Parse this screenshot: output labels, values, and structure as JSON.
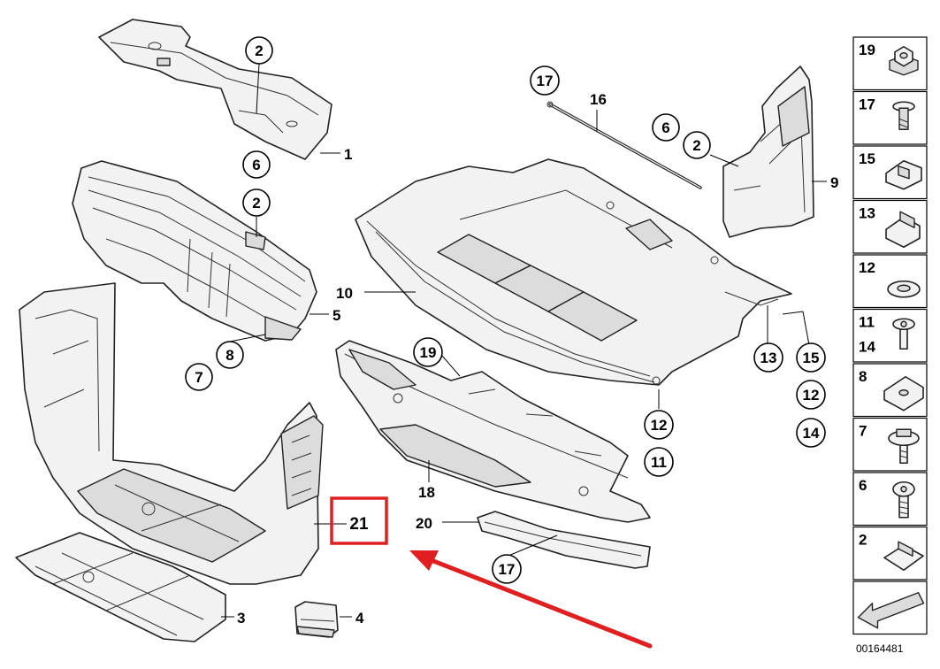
{
  "callouts": {
    "c2_top": "2",
    "c6_left": "6",
    "c2_left": "2",
    "c8": "8",
    "c7": "7",
    "c17_top": "17",
    "c6_right": "6",
    "c2_right": "2",
    "c19_mid": "19",
    "c13": "13",
    "c15": "15",
    "c12_right": "12",
    "c14": "14",
    "c12_mid": "12",
    "c11": "11",
    "c17_bottom": "17"
  },
  "labels": {
    "l1": "1",
    "l3": "3",
    "l4": "4",
    "l5": "5",
    "l9": "9",
    "l10": "10",
    "l16": "16",
    "l18": "18",
    "l20": "20"
  },
  "highlight": {
    "label": "21",
    "color": "#e02020"
  },
  "arrow_color": "#e02020",
  "side_panel": {
    "items": [
      {
        "number": "19",
        "icon": "hex-nut-icon"
      },
      {
        "number": "17",
        "icon": "expanding-rivet-icon"
      },
      {
        "number": "15",
        "icon": "spring-clip-icon"
      },
      {
        "number": "13",
        "icon": "clip-nut-icon"
      },
      {
        "number": "12",
        "icon": "washer-icon"
      },
      {
        "number": "11",
        "number2": "14",
        "icon": "plastic-rivet-icon"
      },
      {
        "number": "8",
        "icon": "speed-nut-icon"
      },
      {
        "number": "7",
        "icon": "flange-screw-icon"
      },
      {
        "number": "6",
        "icon": "screw-icon"
      },
      {
        "number": "2",
        "icon": "u-nut-icon"
      },
      {
        "number": "",
        "icon": "direction-arrow-icon"
      }
    ]
  },
  "diagram_id": "00164481"
}
